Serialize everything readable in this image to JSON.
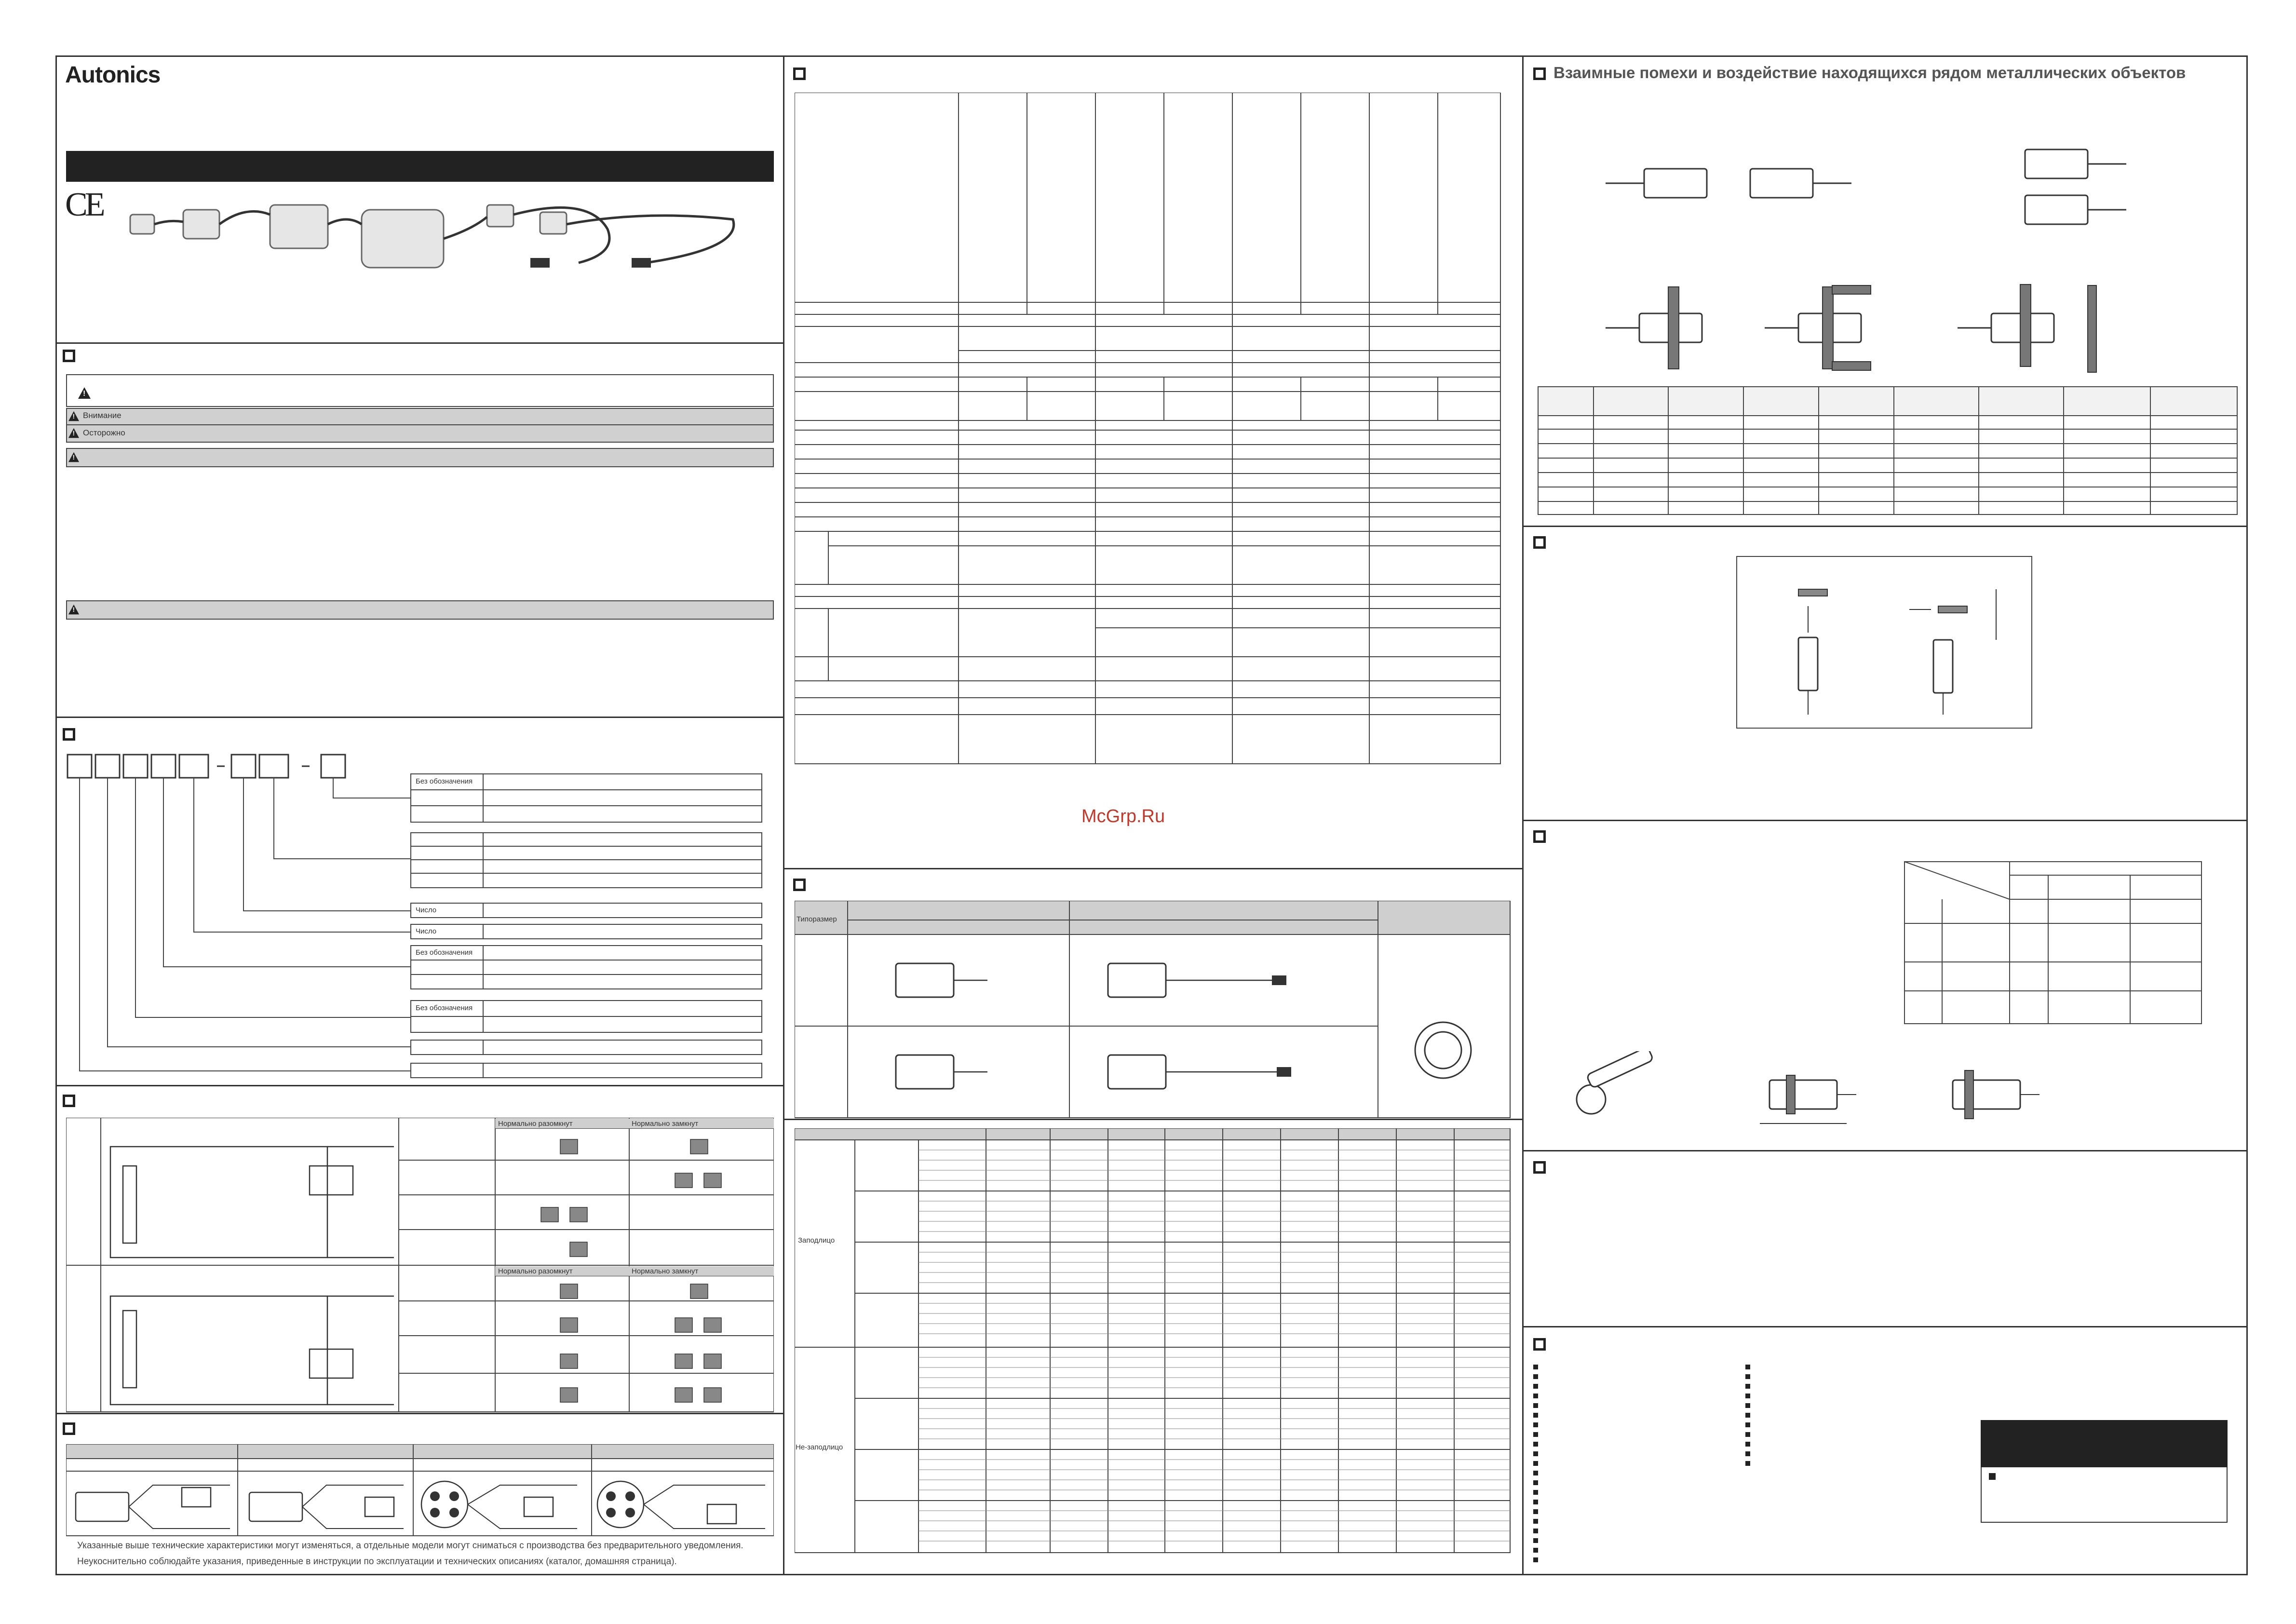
{
  "brand": "Autonics",
  "ce_mark": "CE",
  "watermark": "McGrp.Ru",
  "interference_title": "Взаимные помехи и воздействие находящихся рядом металлических объектов",
  "safety": {
    "attention_label": "Внимание",
    "caution_label": "Осторожно"
  },
  "ordering": {
    "no_mark_1": "Без обозначения",
    "number_1": "Число",
    "number_2": "Число",
    "no_mark_2": "Без обозначения",
    "no_mark_3": "Без обозначения"
  },
  "output": {
    "no_label_1": "Нормально разомкнут",
    "nc_label_1": "Нормально замкнут",
    "no_label_2": "Нормально разомкнут",
    "nc_label_2": "Нормально замкнут"
  },
  "dimensions": {
    "size_header": "Типоразмер"
  },
  "specs_table": {
    "shielded": "Заподлицо",
    "unshielded": "Не-заподлицо"
  },
  "footer": {
    "line1": "Указанные выше технические характеристики могут изменяться, а отдельные модели могут сниматься с производства без предварительного уведомления.",
    "line2": "Неукоснительно соблюдайте указания, приведенные в инструкции по эксплуатации и технических описаниях (каталог, домашняя страница)."
  }
}
